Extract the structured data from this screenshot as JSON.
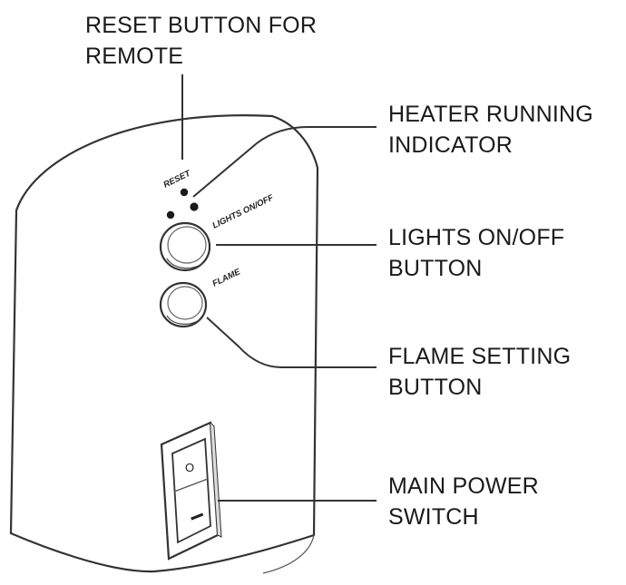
{
  "callouts": {
    "reset": [
      "RESET BUTTON FOR",
      "REMOTE"
    ],
    "heater": [
      "HEATER RUNNING",
      "INDICATOR"
    ],
    "lights": [
      "LIGHTS ON/OFF",
      "BUTTON"
    ],
    "flame": [
      "FLAME SETTING",
      "BUTTON"
    ],
    "power": [
      "MAIN POWER",
      "SWITCH"
    ]
  },
  "panel_labels": {
    "reset": "RESET",
    "lights": "LIGHTS ON/OFF",
    "flame": "FLAME"
  },
  "switch_marks": {
    "off": "O",
    "on": "I"
  },
  "colors": {
    "text": "#1a1a1a",
    "outline": "#333333",
    "background": "#ffffff"
  }
}
